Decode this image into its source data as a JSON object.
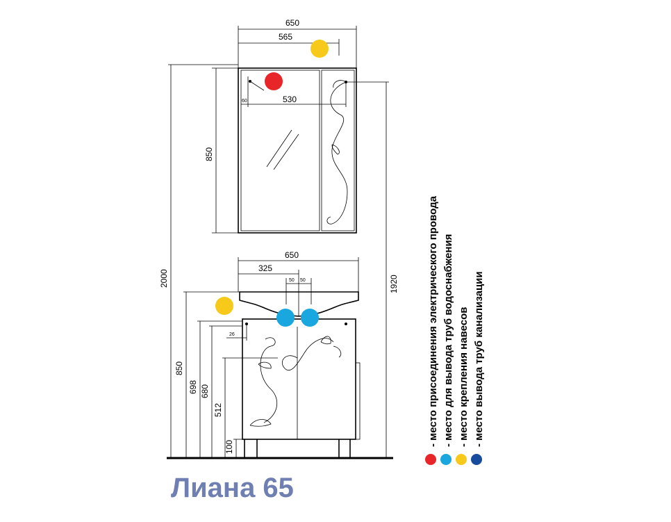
{
  "title": "Лиана 65",
  "colors": {
    "electric": "#e8262a",
    "water": "#1aa7e0",
    "mount": "#f7c91a",
    "drain": "#174b9c",
    "title": "#6f7fb2"
  },
  "dimensions": {
    "mirror_width": "650",
    "mirror_inner": "565",
    "mirror_offset": "60",
    "mirror_door": "530",
    "mirror_height": "850",
    "total_height": "2000",
    "top_height": "1920",
    "cab_width": "650",
    "cab_half": "325",
    "hole_a": "50",
    "hole_b": "50",
    "cab_offset": "26",
    "cab_height": "850",
    "h698": "698",
    "h680": "680",
    "h512": "512",
    "h100": "100"
  },
  "legend": [
    {
      "color": "electric",
      "text": "- место присоединения электрического провода"
    },
    {
      "color": "water",
      "text": "- место для вывода труб водоснабжения"
    },
    {
      "color": "mount",
      "text": "- место крепления навесов"
    },
    {
      "color": "drain",
      "text": "- место вывода труб канализации"
    }
  ]
}
